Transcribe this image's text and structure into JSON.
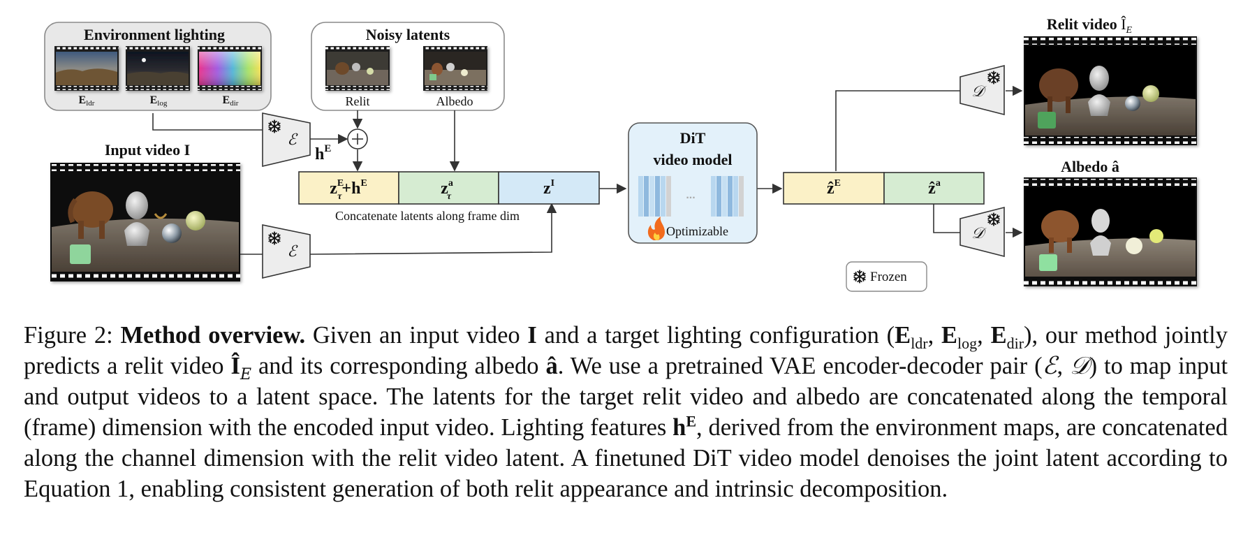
{
  "figure": {
    "env_group_label": "Environment lighting",
    "env_maps": [
      {
        "name": "E",
        "sub": "ldr"
      },
      {
        "name": "E",
        "sub": "log"
      },
      {
        "name": "E",
        "sub": "dir"
      }
    ],
    "noisy_group_label": "Noisy latents",
    "noisy_items": [
      "Relit",
      "Albedo"
    ],
    "input_video_label": "Input video I",
    "encoder_symbol": "ℰ",
    "decoder_symbol": "𝒟",
    "h_label": "h",
    "h_sup": "E",
    "latent_blocks": [
      {
        "base": "z",
        "sup": "E",
        "sub": "τ",
        "extra": "+h",
        "extra_sup": "E"
      },
      {
        "base": "z",
        "sup": "a",
        "sub": "τ"
      },
      {
        "base": "z",
        "sup": "I"
      }
    ],
    "concat_label": "Concatenate latents along frame dim",
    "dit_title_1": "DiT",
    "dit_title_2": "video model",
    "dit_dots": "...",
    "dit_optimizable": "Optimizable",
    "output_blocks": [
      {
        "base": "ẑ",
        "sup": "E"
      },
      {
        "base": "ẑ",
        "sup": "a"
      }
    ],
    "relit_video_label": "Relit video",
    "relit_video_symbol": "Î",
    "relit_video_sub": "E",
    "albedo_label": "Albedo â",
    "frozen_label": "Frozen",
    "colors": {
      "latent_yellow": "#fbf1c7",
      "latent_green": "#d6ecd2",
      "latent_blue": "#d4e9f7",
      "dit_fill": "#e3f1fa",
      "encoder_fill": "#ededed",
      "group_fill": "#e8e8e8"
    }
  },
  "caption": {
    "fig_num": "Figure 2:",
    "bold_title": "Method overview.",
    "t1": "Given an input video",
    "I": "I",
    "t2": "and a target lighting configuration (",
    "E": "E",
    "ldr": "ldr",
    "log": "log",
    "dir": "dir",
    "t3": "), our method jointly predicts a relit video",
    "Ihat": "Î",
    "sub_E": "E",
    "t4": "and its corresponding albedo",
    "ahat": "â",
    "t5": ". We use a pretrained VAE encoder-decoder pair (",
    "enc": "ℰ",
    "dec": "𝒟",
    "t6": ") to map input and output videos to a latent space. The latents for the target relit video and albedo are concatenated along the temporal (frame) dimension with the encoded input video. Lighting features",
    "h": "h",
    "hsup": "E",
    "t7": ", derived from the environment maps, are concatenated along the channel dimension with the relit video latent. A finetuned DiT video model denoises the joint latent according to Equation 1, enabling consistent generation of both relit appearance and intrinsic decomposition."
  }
}
